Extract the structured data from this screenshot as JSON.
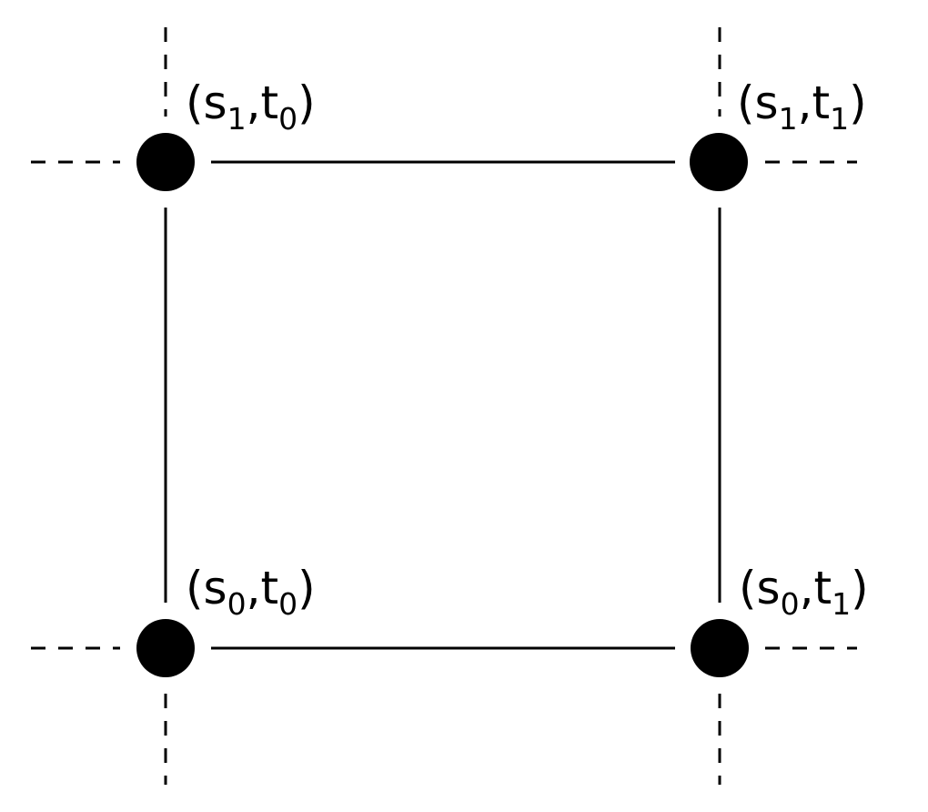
{
  "labels": {
    "top_left": {
      "var1": "s",
      "sub1": "1",
      "var2": "t",
      "sub2": "0"
    },
    "top_right": {
      "var1": "s",
      "sub1": "1",
      "var2": "t",
      "sub2": "1"
    },
    "bottom_left": {
      "var1": "s",
      "sub1": "0",
      "var2": "t",
      "sub2": "0"
    },
    "bottom_right": {
      "var1": "s",
      "sub1": "0",
      "var2": "t",
      "sub2": "1"
    }
  },
  "colors": {
    "line": "#000000",
    "node": "#000000",
    "background": "#ffffff"
  }
}
